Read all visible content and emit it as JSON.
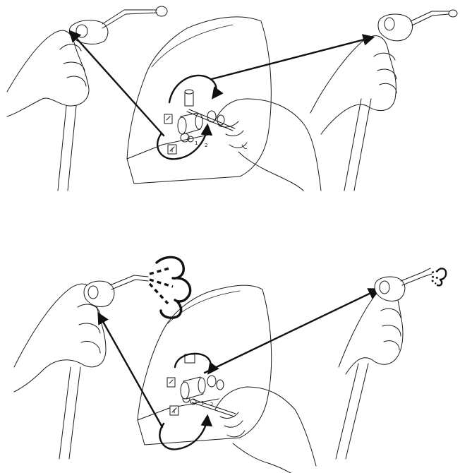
{
  "figure": {
    "colors": {
      "line": "#1a1a1a",
      "arrow": "#111111",
      "background": "#ffffff"
    },
    "panels": [
      {
        "id": "top",
        "elements": [
          "hose-nozzle-left",
          "machine-panel",
          "valve-knob",
          "turn-arrow",
          "hand-with-tool",
          "hose-nozzle-right",
          "arrow-to-left-nozzle",
          "arrow-to-right-nozzle"
        ]
      },
      {
        "id": "bottom",
        "elements": [
          "hose-nozzle-left",
          "spray-cloud",
          "machine-panel",
          "valve-knob",
          "turn-arrow",
          "hand-with-tool",
          "hose-nozzle-right",
          "spray-puff-small",
          "arrow-to-left-nozzle",
          "arrow-to-right-nozzle"
        ]
      }
    ]
  }
}
